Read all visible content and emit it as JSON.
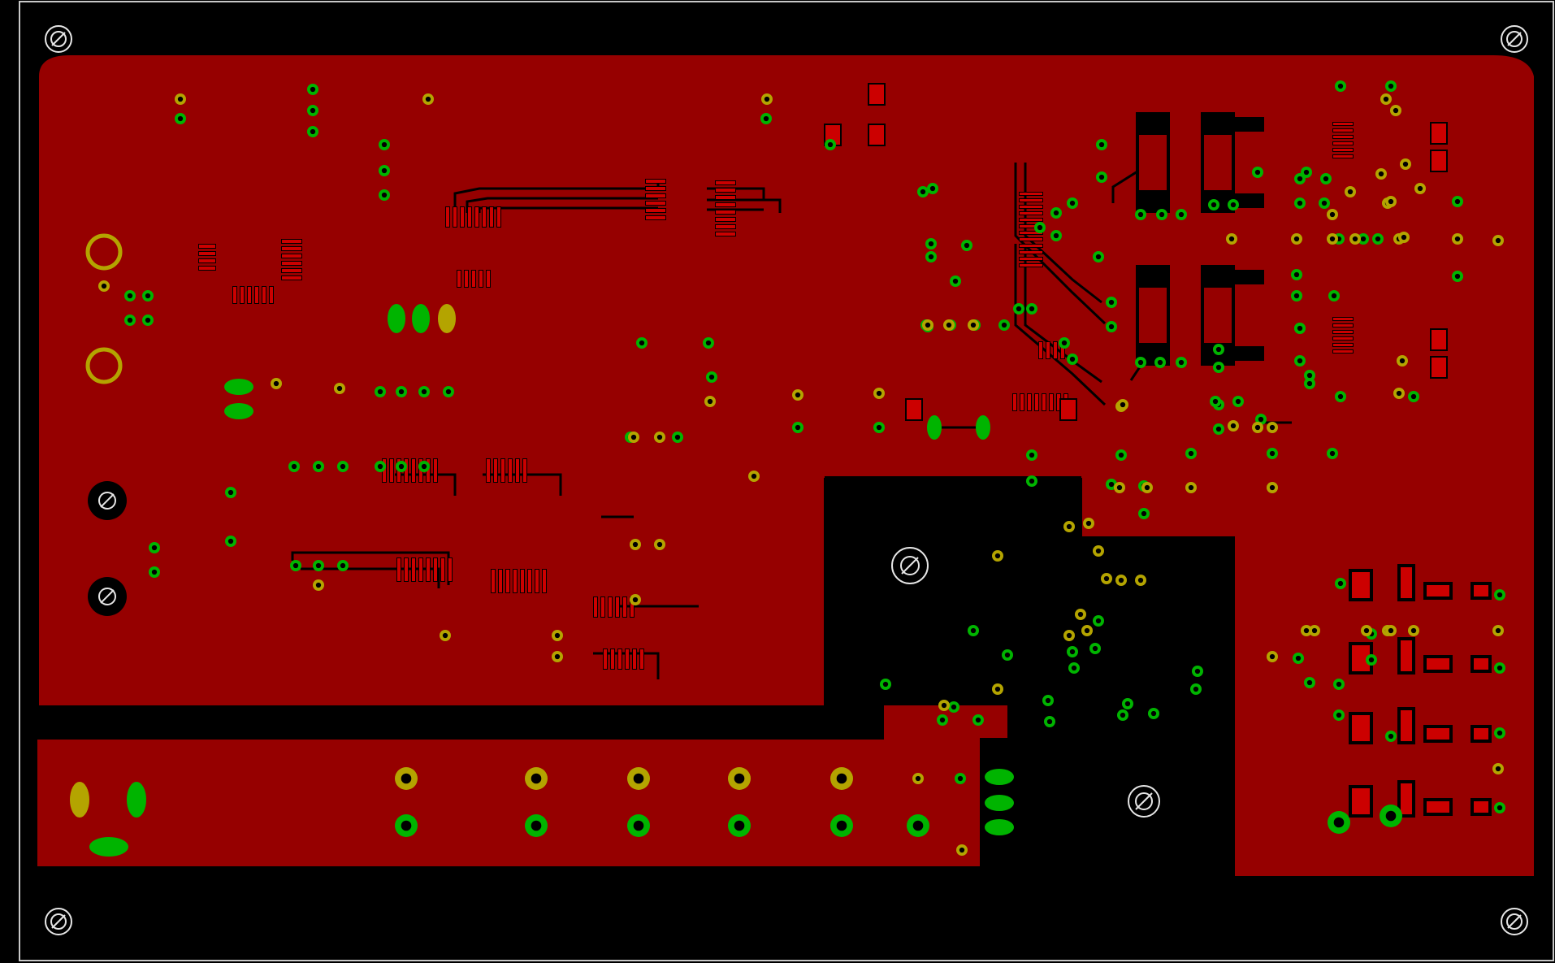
{
  "view": {
    "kind": "pcb-layout-copper-layer",
    "colors": {
      "background": "#000000",
      "board_outline": "#c8c8c8",
      "copper_pour": "#960000",
      "copper_pad_fill": "#cc0000",
      "via_plated": "#00b400",
      "via_ring_yellow": "#b4a400",
      "hole": "#000000",
      "mounting_hole_stroke": "#e6e6e6"
    },
    "counts": {
      "mounting_holes_corner": 4,
      "mounting_holes_inner": 2,
      "large_pads_left": 2,
      "connector_pads_bottom_rows": 2
    },
    "labels": []
  }
}
